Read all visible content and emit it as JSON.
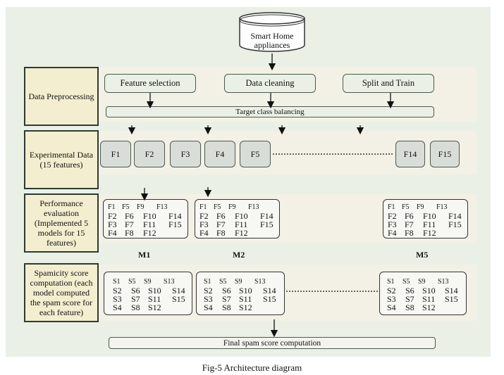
{
  "source": {
    "label": "Smart Home appliances"
  },
  "rows": {
    "preprocessing": "Data Preprocessing",
    "experimental": "Experimental Data (15 features)",
    "performance": "Performance evaluation (Implemented 5 models for 15 features)",
    "spamicity": "Spamicity score computation (each model computed the spam score for each feature)"
  },
  "preprocessing_steps": {
    "feature_selection": "Feature selection",
    "data_cleaning": "Data cleaning",
    "split_train": "Split and Train",
    "target_balancing": "Target class balancing"
  },
  "features": {
    "f1": "F1",
    "f2": "F2",
    "f3": "F3",
    "f4": "F4",
    "f5": "F5",
    "f14": "F14",
    "f15": "F15"
  },
  "feature_grid": {
    "r1": [
      "F1",
      "F5",
      "F9",
      "F13"
    ],
    "r2": [
      "F2",
      "F6",
      "F10",
      "F14"
    ],
    "r3": [
      "F3",
      "F7",
      "F11",
      "F15"
    ],
    "r4": [
      "F4",
      "F8",
      "F12"
    ]
  },
  "score_grid": {
    "r1": [
      "S1",
      "S5",
      "S9",
      "S13"
    ],
    "r2": [
      "S2",
      "S6",
      "S10",
      "S14"
    ],
    "r3": [
      "S3",
      "S7",
      "S11",
      "S15"
    ],
    "r4": [
      "S4",
      "S8",
      "S12"
    ]
  },
  "models": {
    "m1": "M1",
    "m2": "M2",
    "m5": "M5"
  },
  "final": "Final spam score computation",
  "caption": "Fig-5 Architecture diagram"
}
